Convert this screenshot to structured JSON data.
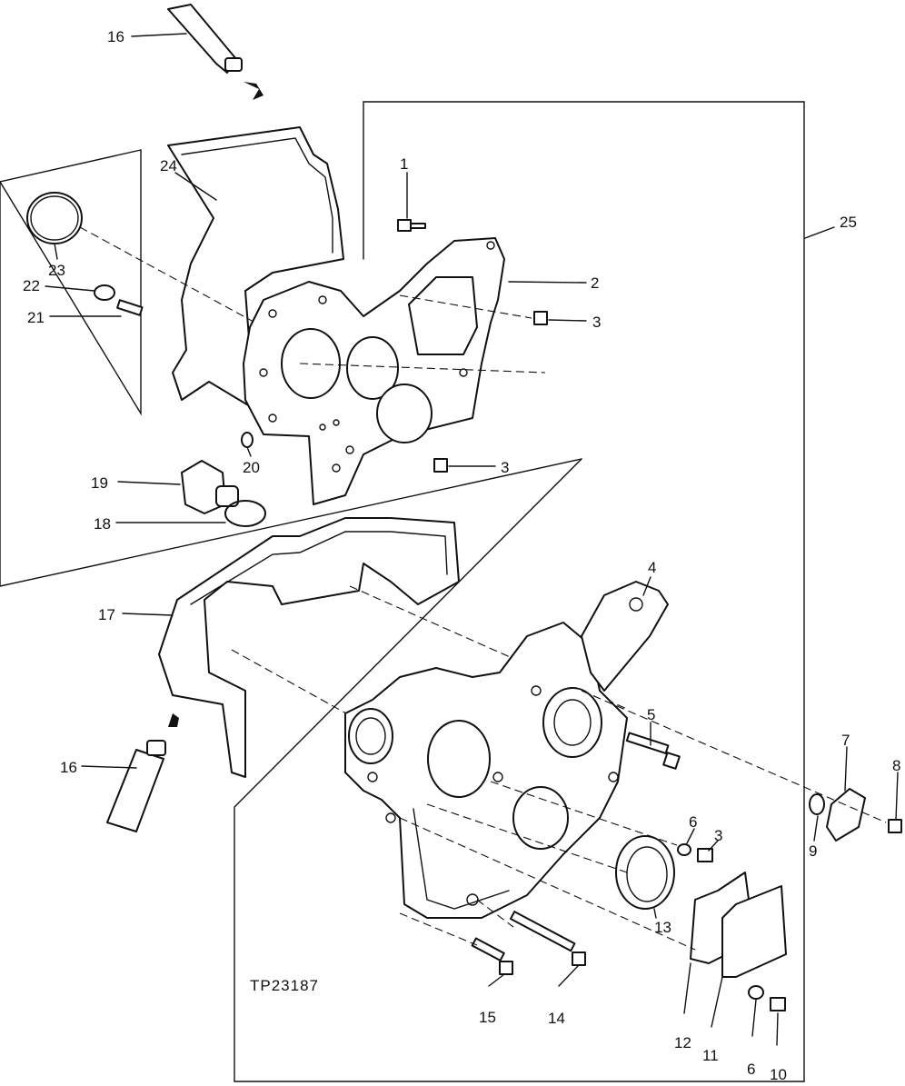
{
  "figure_code": "TP23187",
  "callouts": {
    "c1": "1",
    "c2": "2",
    "c3a": "3",
    "c3b": "3",
    "c3c": "3",
    "c4": "4",
    "c5": "5",
    "c6a": "6",
    "c6b": "6",
    "c7": "7",
    "c8": "8",
    "c9": "9",
    "c10": "10",
    "c11": "11",
    "c12": "12",
    "c13": "13",
    "c14": "14",
    "c15": "15",
    "c16a": "16",
    "c16b": "16",
    "c17": "17",
    "c18": "18",
    "c19": "19",
    "c20": "20",
    "c21": "21",
    "c22": "22",
    "c23": "23",
    "c24": "24",
    "c25": "25"
  }
}
